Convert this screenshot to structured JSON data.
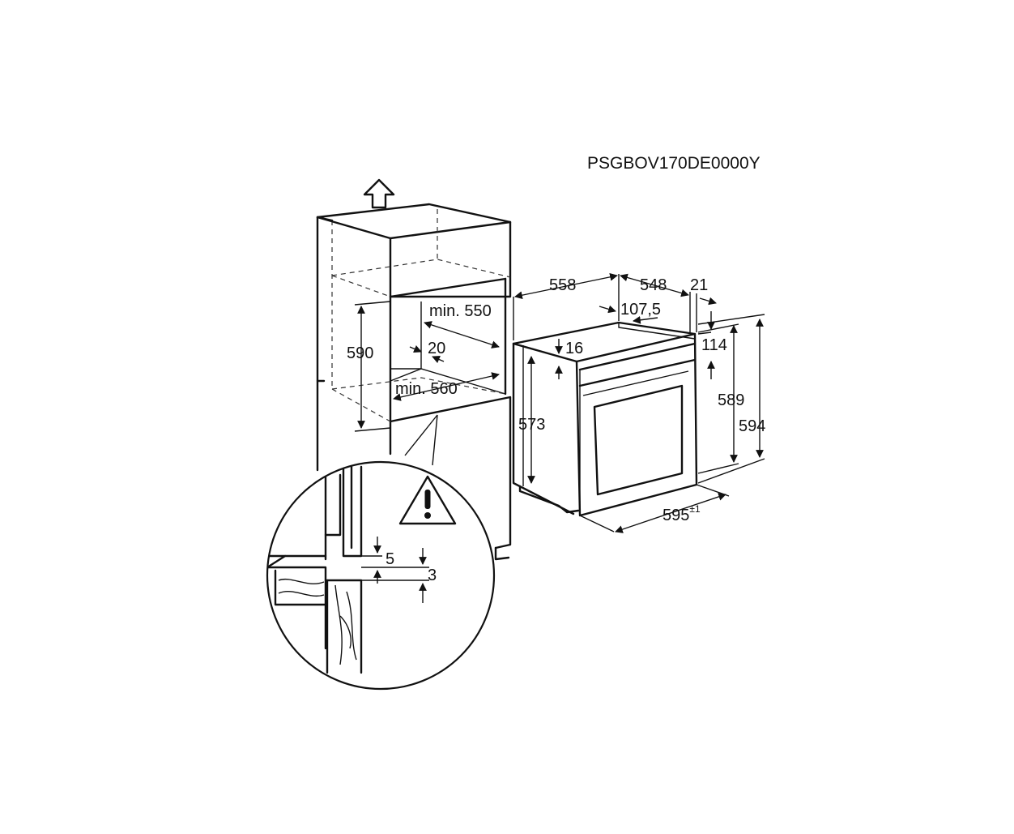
{
  "model_code": "PSGBOV170DE0000Y",
  "cabinet_dims": {
    "height": "590",
    "min_width": "min. 550",
    "min_depth": "min. 560",
    "gap": "20"
  },
  "oven_dims": {
    "depth_total": "558",
    "depth_body": "548",
    "front_thickness": "21",
    "offset": "107,5",
    "top_margin": "16",
    "panel_height": "114",
    "body_height": "573",
    "front_height_inner": "589",
    "front_height": "594",
    "width": "595",
    "width_tolerance": "±1"
  },
  "detail_dims": {
    "gap_top": "5",
    "gap_bottom": "3"
  },
  "icons": {
    "up_arrow": "up-arrow-icon",
    "warning": "warning-triangle-icon"
  }
}
